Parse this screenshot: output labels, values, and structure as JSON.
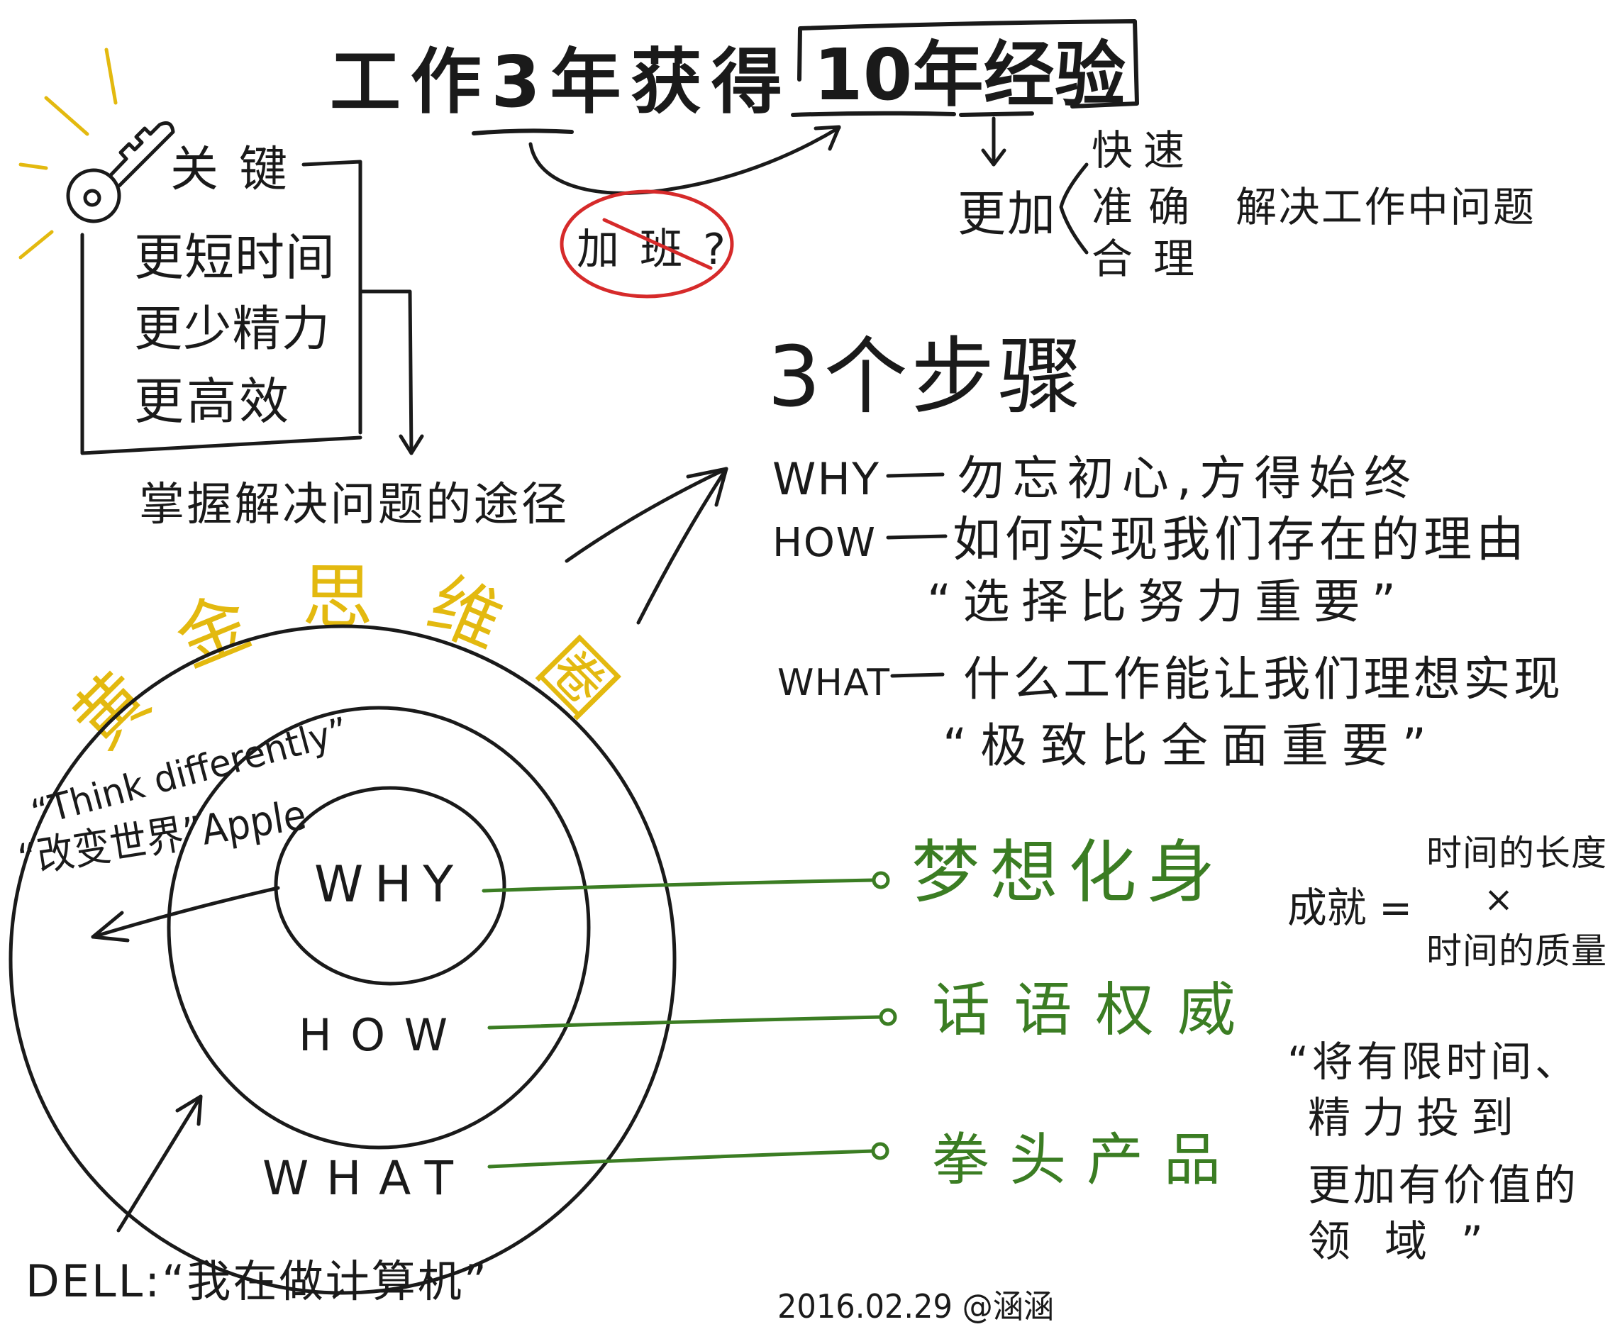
{
  "title": {
    "part1": "工作3年获得",
    "part2": "10年经验"
  },
  "overtime": {
    "label": "加班?"
  },
  "key": {
    "label": "关键",
    "items": [
      "更短时间",
      "更少精力",
      "更高效"
    ],
    "result": "掌握解决问题的途径"
  },
  "more": {
    "label": "更加",
    "options": [
      "快速",
      "准确",
      "合理"
    ],
    "target": "解决工作中问题"
  },
  "steps": {
    "title": "3个步骤",
    "items": [
      {
        "label": "WHY",
        "text": "勿忘初心,方得始终"
      },
      {
        "label": "HOW",
        "text": "如何实现我们存在的理由",
        "quote": "“选择比努力重要”"
      },
      {
        "label": "WHAT",
        "text": "什么工作能让我们理想实现",
        "quote": "“极致比全面重要”"
      }
    ]
  },
  "golden_circle": {
    "title": "黄金思维圈",
    "rings": [
      "WHY",
      "HOW",
      "WHAT"
    ],
    "outcomes": [
      "梦想化身",
      "话语权威",
      "拳头产品"
    ]
  },
  "apple": {
    "slogan": "“Think differently”",
    "quote": "“改变世界”Apple"
  },
  "dell": {
    "quote": "DELL:“我在做计算机”"
  },
  "achievement": {
    "label": "成就 =",
    "top": "时间的长度",
    "operator": "×",
    "bottom": "时间的质量"
  },
  "advice": {
    "lines": [
      "“将有限时间、",
      "精力投到",
      "更加有价值的",
      "领域”"
    ]
  },
  "signature": "2016.02.29 @涵涵",
  "colors": {
    "ink": "#1a1a1a",
    "yellow": "#e3b90f",
    "green": "#3b7d23",
    "red": "#d62a2a"
  }
}
